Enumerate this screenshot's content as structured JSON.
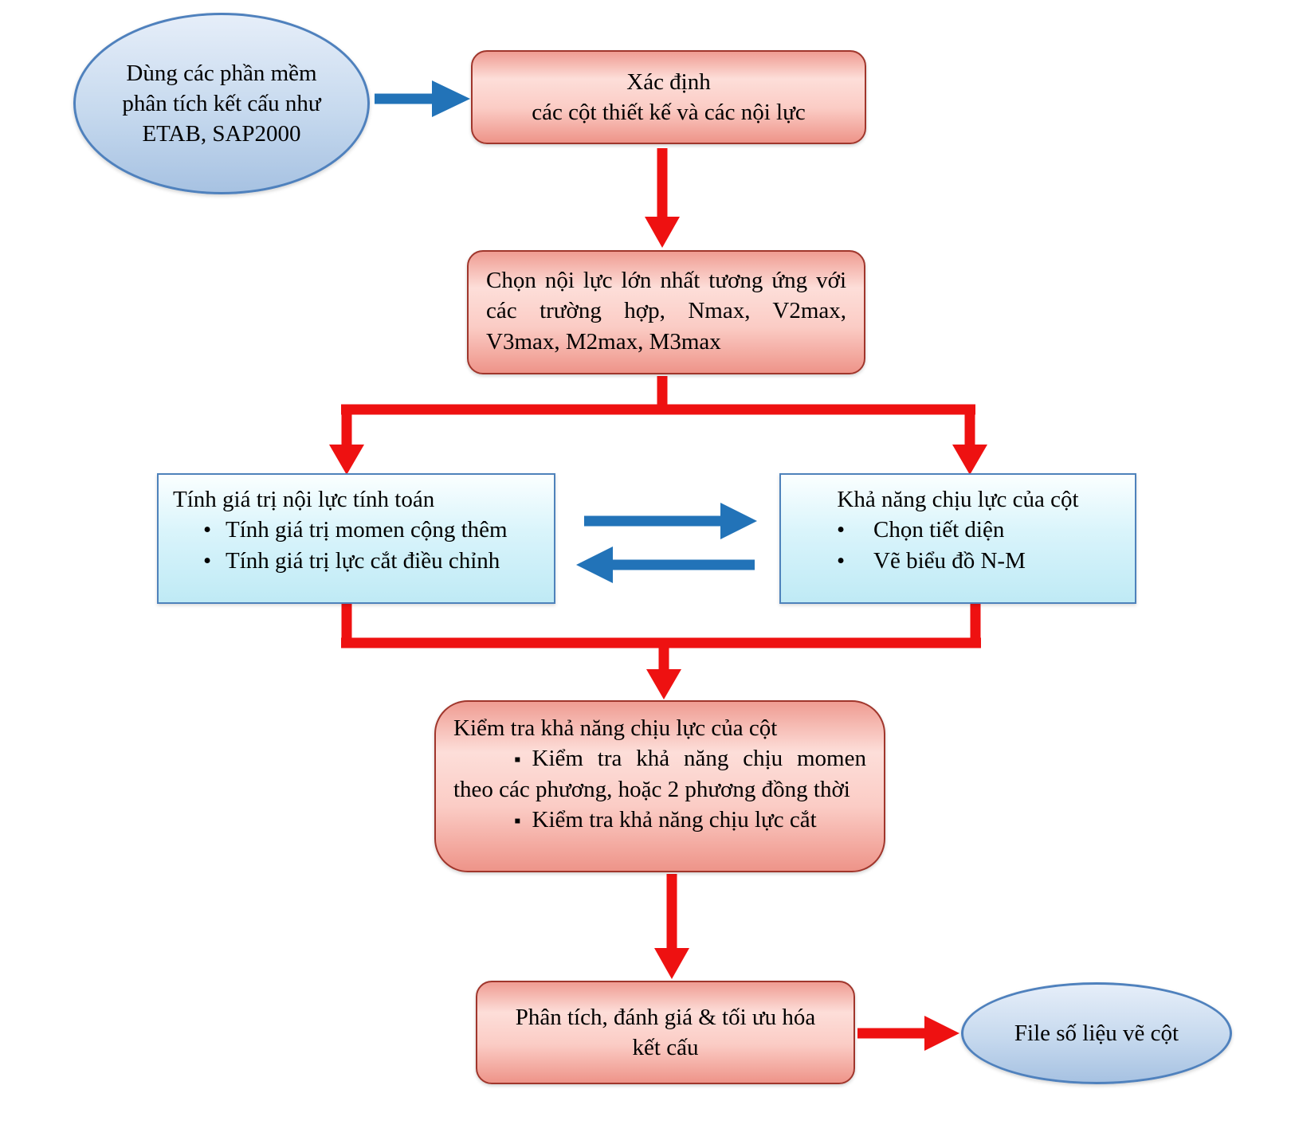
{
  "glyphs": {
    "dot": "•",
    "square": "▪"
  },
  "colors": {
    "red_arrow": "#ee1111",
    "blue_arrow": "#2273b8",
    "pink_fill_light": "#fdded9",
    "pink_fill_dark": "#ee9489",
    "pink_border": "#a0362c",
    "cyan_fill": "#cdeff8",
    "cyan_border": "#4e82bb",
    "ellipse_fill": "#bdd2ea",
    "ellipse_border": "#4f81bd"
  },
  "nodes": {
    "source": {
      "text": "Dùng các phần mềm phân tích kết cấu như ETAB, SAP2000"
    },
    "define": {
      "line1": "Xác định",
      "line2": "các cột thiết kế và các nội lực"
    },
    "select": {
      "text": "Chọn nội lực lớn nhất tương ứng với các trường hợp, Nmax, V2max, V3max, M2max, M3max"
    },
    "internal_forces": {
      "title": "Tính giá trị nội lực tính toán",
      "bullets": [
        "Tính giá trị momen cộng thêm",
        "Tính giá trị lực cắt điều chỉnh"
      ]
    },
    "capacity": {
      "title": "Khả năng chịu lực của cột",
      "bullets": [
        "Chọn tiết diện",
        "Vẽ biểu đồ N-M"
      ]
    },
    "check": {
      "title": "Kiểm tra khả năng chịu lực của cột",
      "bullets": [
        "Kiểm tra khả năng chịu momen theo các phương, hoặc 2 phương đồng thời",
        "Kiểm tra khả năng chịu lực cắt"
      ]
    },
    "optimize": {
      "text": "Phân tích, đánh giá & tối ưu hóa kết cấu"
    },
    "output": {
      "text": "File số liệu vẽ cột"
    }
  }
}
